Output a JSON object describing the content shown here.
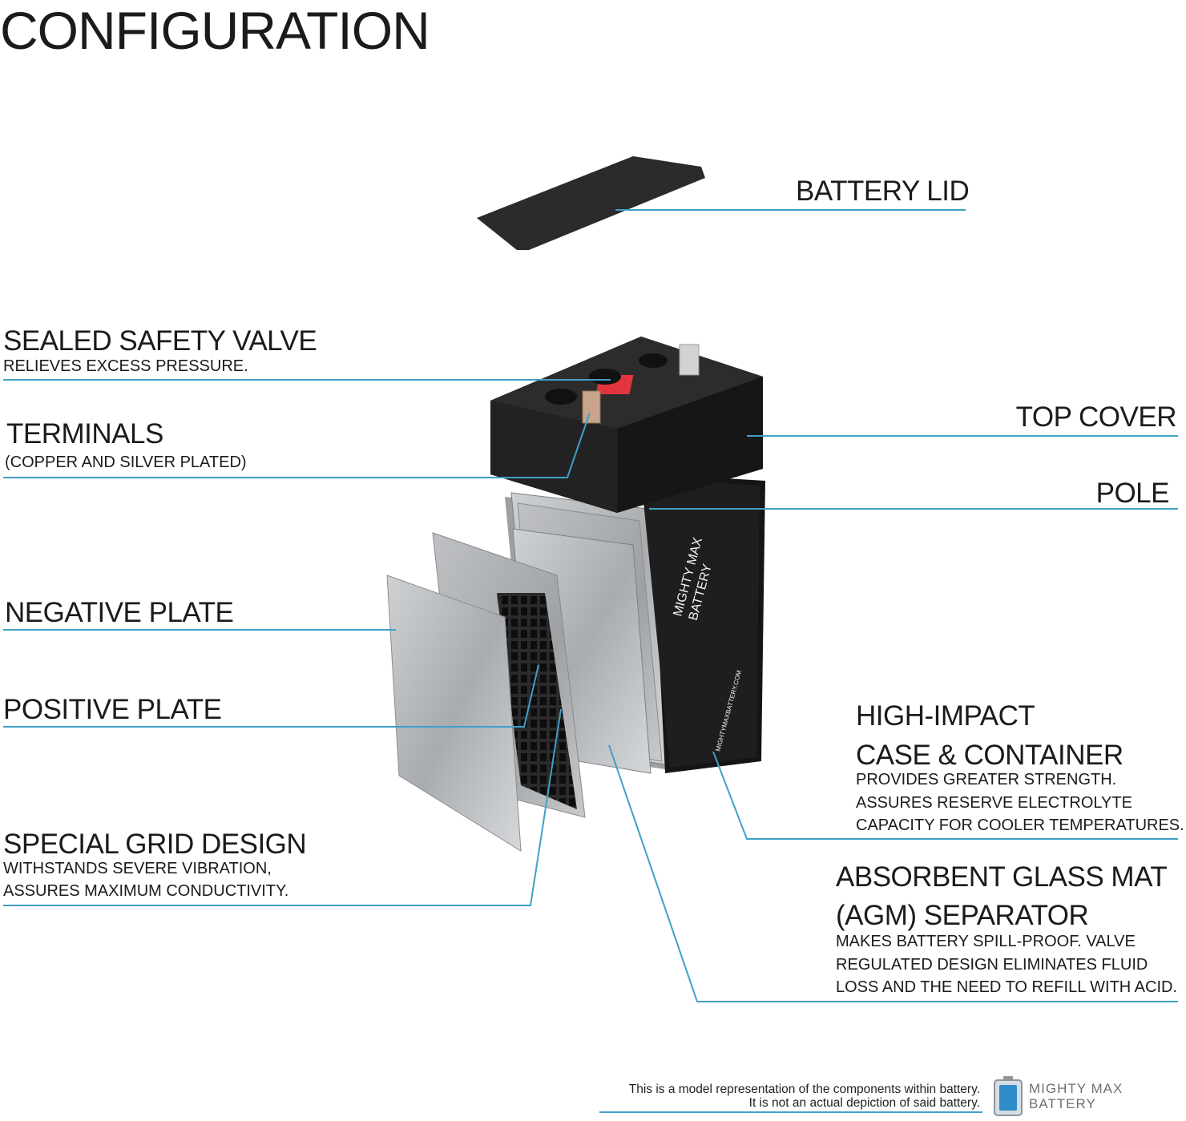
{
  "title": "CONFIGURATION",
  "accent_color": "#3fa0c8",
  "labels": {
    "battery_lid": "BATTERY LID",
    "sealed_safety_valve": {
      "title": "SEALED SAFETY VALVE",
      "desc": "RELIEVES EXCESS PRESSURE."
    },
    "terminals": {
      "title": "TERMINALS",
      "desc": "(COPPER AND SILVER PLATED)"
    },
    "top_cover": "TOP COVER",
    "pole": "POLE",
    "negative_plate": "NEGATIVE PLATE",
    "positive_plate": "POSITIVE PLATE",
    "special_grid": {
      "title": "SPECIAL GRID DESIGN",
      "desc_1": "WITHSTANDS SEVERE VIBRATION,",
      "desc_2": "ASSURES MAXIMUM CONDUCTIVITY."
    },
    "high_impact": {
      "title_1": "HIGH-IMPACT",
      "title_2": "CASE & CONTAINER",
      "desc_1": "PROVIDES GREATER STRENGTH.",
      "desc_2": "ASSURES RESERVE ELECTROLYTE",
      "desc_3": "CAPACITY FOR COOLER TEMPERATURES."
    },
    "agm": {
      "title_1": "ABSORBENT GLASS MAT",
      "title_2": "(AGM) SEPARATOR",
      "desc_1": "MAKES BATTERY SPILL-PROOF. VALVE",
      "desc_2": "REGULATED DESIGN ELIMINATES FLUID",
      "desc_3": "LOSS AND THE NEED TO REFILL WITH ACID."
    }
  },
  "battery_label": {
    "brand_1": "MIGHTY MAX",
    "brand_2": "BATTERY",
    "url": "MIGHTYMAXBATTERY.COM"
  },
  "footer": {
    "line_1": "This is a model representation of the components within battery.",
    "line_2": "It is not an actual depiction of said battery.",
    "logo_1": "MIGHTY MAX",
    "logo_2": "BATTERY",
    "logo_icon": "battery-icon"
  }
}
